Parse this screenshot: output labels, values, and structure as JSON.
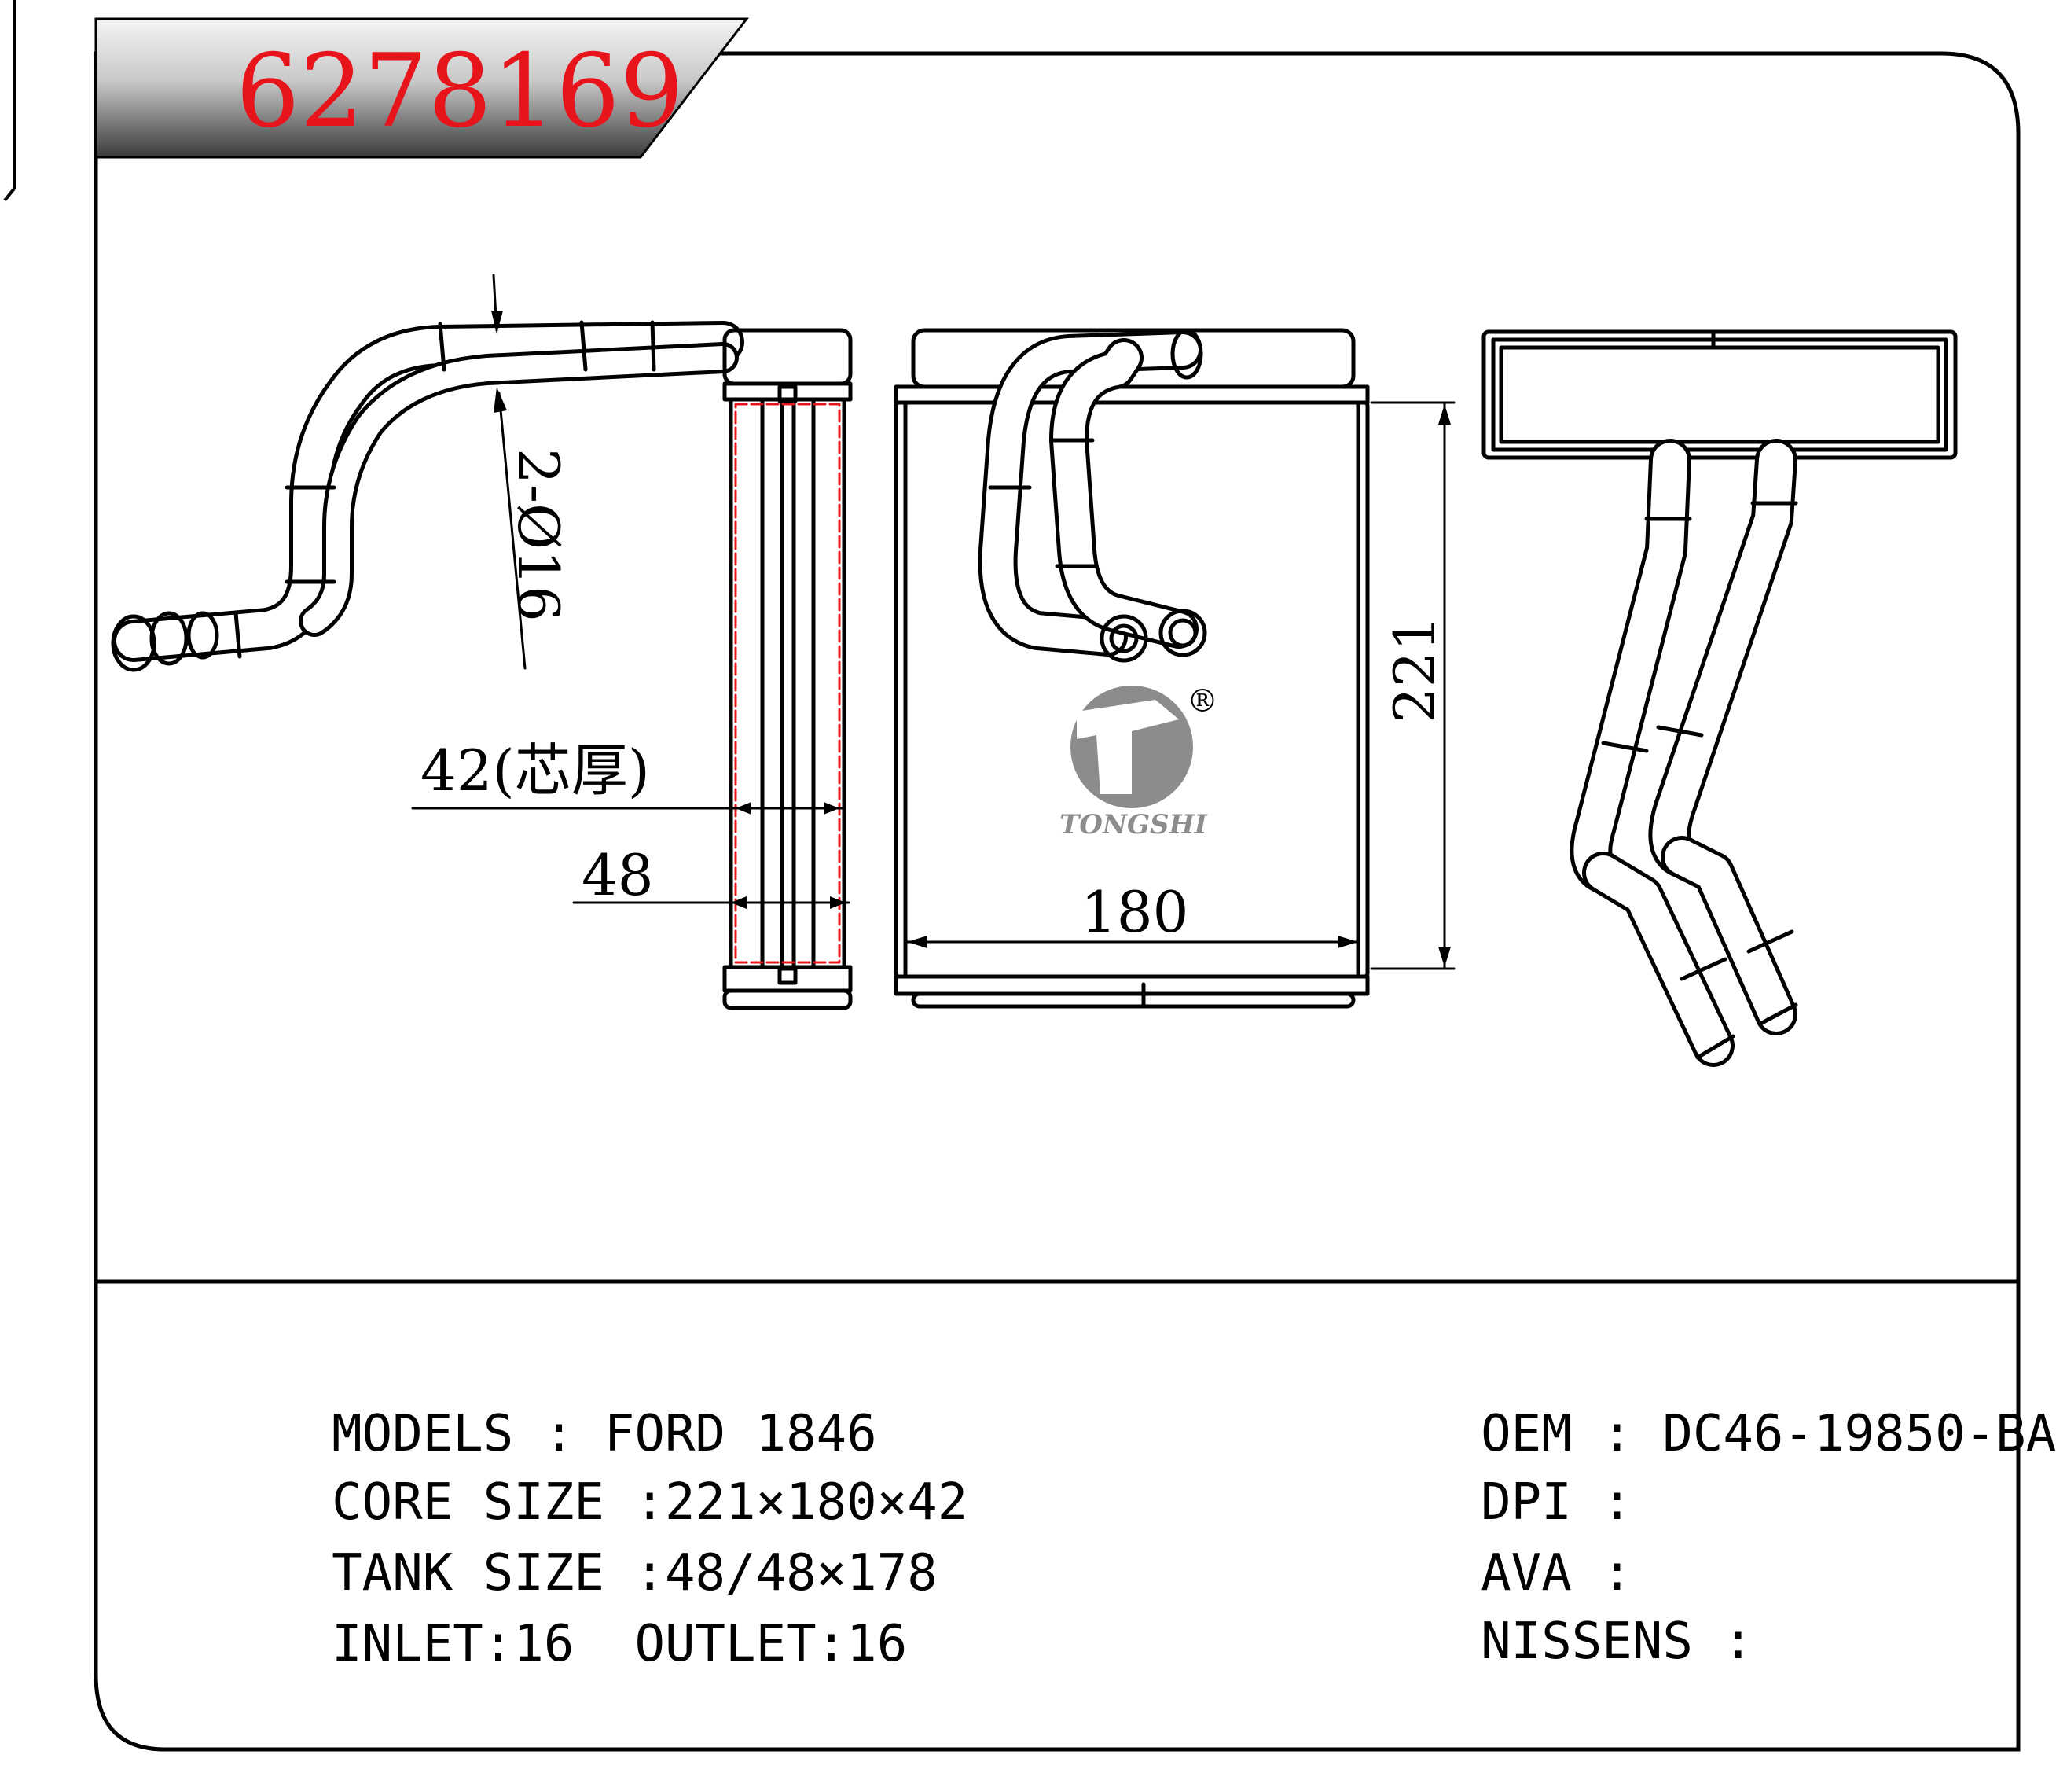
{
  "header": {
    "part_number": "6278169",
    "part_number_color": "#e8141c"
  },
  "drawing": {
    "dim_inlet": "2-Ø16",
    "dim_core_thickness": "42(芯厚)",
    "dim_tank_width": "48",
    "dim_width": "180",
    "dim_height": "221",
    "logo_text": "TONGSHI",
    "logo_mark": "®",
    "core_outline_color": "#e8141c",
    "logo_color": "#8c8c8c"
  },
  "specs_left": [
    {
      "key": "MODELS : ",
      "value": "FORD 1846"
    },
    {
      "key": "CORE SIZE :",
      "value": "221×180×42"
    },
    {
      "key": "TANK SIZE :",
      "value": "48/48×178"
    },
    {
      "key": "INLET:",
      "value": "16  OUTLET:16"
    }
  ],
  "specs_right": [
    {
      "key": "OEM : ",
      "value": "DC46-19850-BA"
    },
    {
      "key": "DPI : ",
      "value": ""
    },
    {
      "key": "AVA : ",
      "value": ""
    },
    {
      "key": "NISSENS : ",
      "value": ""
    }
  ]
}
